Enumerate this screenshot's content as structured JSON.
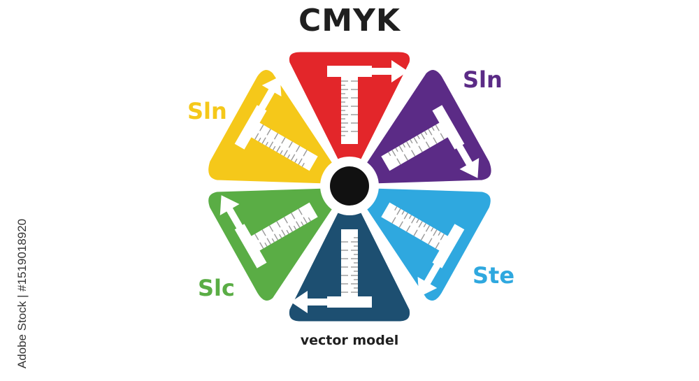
{
  "title": "CMYK",
  "caption": "vector model",
  "side_id": "Adobe Stock | #1519018920",
  "segments": [
    {
      "id": "yellow",
      "color": "#f5c81a",
      "label": "Sln"
    },
    {
      "id": "red",
      "color": "#e3262a",
      "label": ""
    },
    {
      "id": "purple",
      "color": "#5b2b86",
      "label": "Sln"
    },
    {
      "id": "blue",
      "color": "#2fa8df",
      "label": "Ste"
    },
    {
      "id": "navy",
      "color": "#1d4f71",
      "label": ""
    },
    {
      "id": "green",
      "color": "#5aad45",
      "label": "Slc"
    }
  ],
  "center_color": "#111111"
}
